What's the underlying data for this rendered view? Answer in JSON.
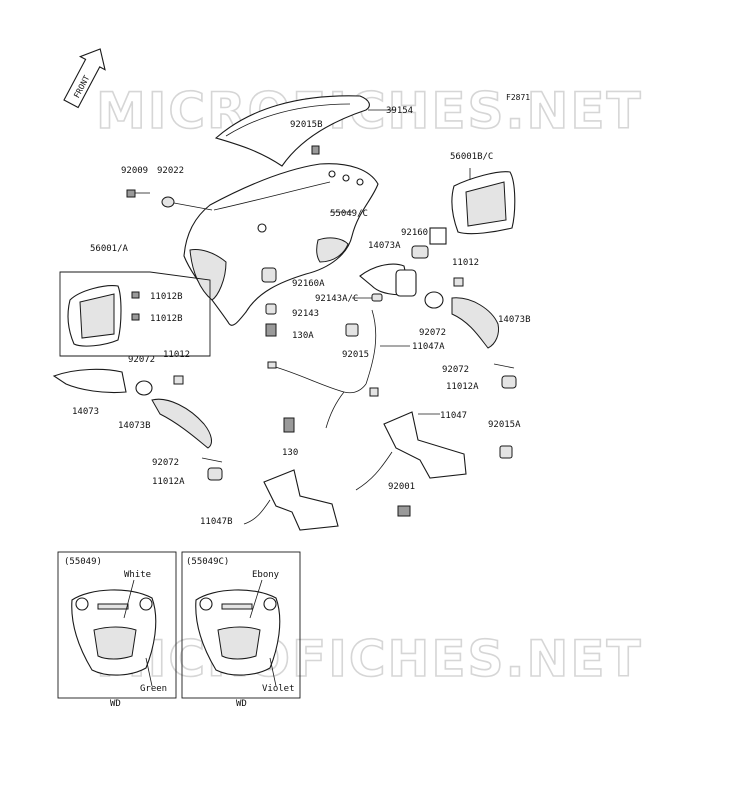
{
  "figure_code": "F2871",
  "watermark": "MICROFICHES.NET",
  "front_arrow_label": "FRONT",
  "callouts": {
    "p39154": "39154",
    "p92015b": "92015B",
    "p56001bc": "56001B/C",
    "p92009": "92009",
    "p92022": "92022",
    "p55049c": "55049/C",
    "p92160": "92160",
    "p14073a": "14073A",
    "p11012_top": "11012",
    "p56001a": "56001/A",
    "p11012b_1": "11012B",
    "p11012b_2": "11012B",
    "p92160a": "92160A",
    "p92143a_c": "92143A/C",
    "p92143": "92143",
    "p130a": "130A",
    "p92015": "92015",
    "p11047a": "11047A",
    "p92072_r": "92072",
    "p14073b_r": "14073B",
    "p92072_l": "92072",
    "p11012_l": "11012",
    "p14073": "14073",
    "p14073b_l": "14073B",
    "p92072_r2": "92072",
    "p11012a_r": "11012A",
    "p11047": "11047",
    "p92015a": "92015A",
    "p130": "130",
    "p92072_l2": "92072",
    "p11012a_l": "11012A",
    "p92001": "92001",
    "p11047b": "11047B"
  },
  "variant_boxes": [
    {
      "code": "(55049)",
      "upper_color": "White",
      "lower_color": "Green",
      "region": "WD"
    },
    {
      "code": "(55049C)",
      "upper_color": "Ebony",
      "lower_color": "Violet",
      "region": "WD"
    }
  ]
}
